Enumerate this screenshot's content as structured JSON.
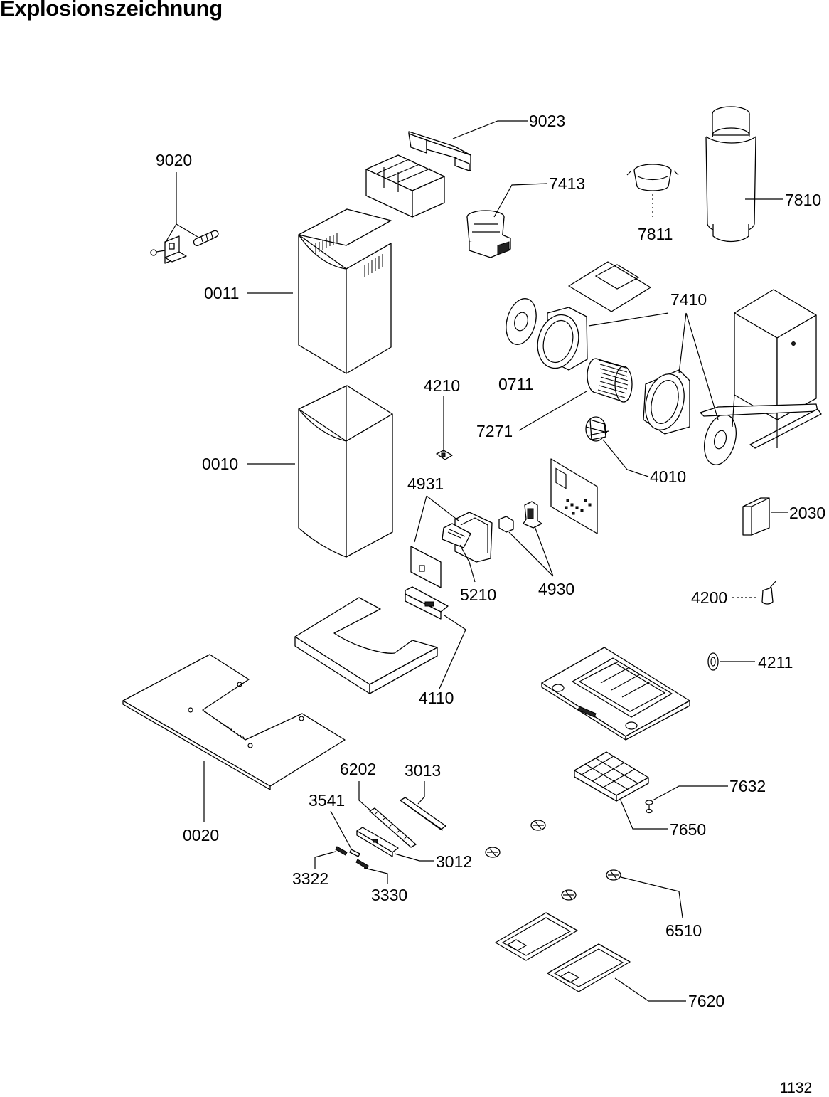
{
  "title": "Explosionszeichnung",
  "page_number": "1132",
  "parts": [
    {
      "id": "9023",
      "label": "9023"
    },
    {
      "id": "9020",
      "label": "9020"
    },
    {
      "id": "7413",
      "label": "7413"
    },
    {
      "id": "7810",
      "label": "7810"
    },
    {
      "id": "7811",
      "label": "7811"
    },
    {
      "id": "0011",
      "label": "0011"
    },
    {
      "id": "7410",
      "label": "7410"
    },
    {
      "id": "4210",
      "label": "4210"
    },
    {
      "id": "0711",
      "label": "0711"
    },
    {
      "id": "7271",
      "label": "7271"
    },
    {
      "id": "0010",
      "label": "0010"
    },
    {
      "id": "4010",
      "label": "4010"
    },
    {
      "id": "4931",
      "label": "4931"
    },
    {
      "id": "2030",
      "label": "2030"
    },
    {
      "id": "5210",
      "label": "5210"
    },
    {
      "id": "4930",
      "label": "4930"
    },
    {
      "id": "4200",
      "label": "4200"
    },
    {
      "id": "4110",
      "label": "4110"
    },
    {
      "id": "4211",
      "label": "4211"
    },
    {
      "id": "6202",
      "label": "6202"
    },
    {
      "id": "3013",
      "label": "3013"
    },
    {
      "id": "7632",
      "label": "7632"
    },
    {
      "id": "3541",
      "label": "3541"
    },
    {
      "id": "0020",
      "label": "0020"
    },
    {
      "id": "7650",
      "label": "7650"
    },
    {
      "id": "3012",
      "label": "3012"
    },
    {
      "id": "3322",
      "label": "3322"
    },
    {
      "id": "3330",
      "label": "3330"
    },
    {
      "id": "6510",
      "label": "6510"
    },
    {
      "id": "7620",
      "label": "7620"
    }
  ]
}
